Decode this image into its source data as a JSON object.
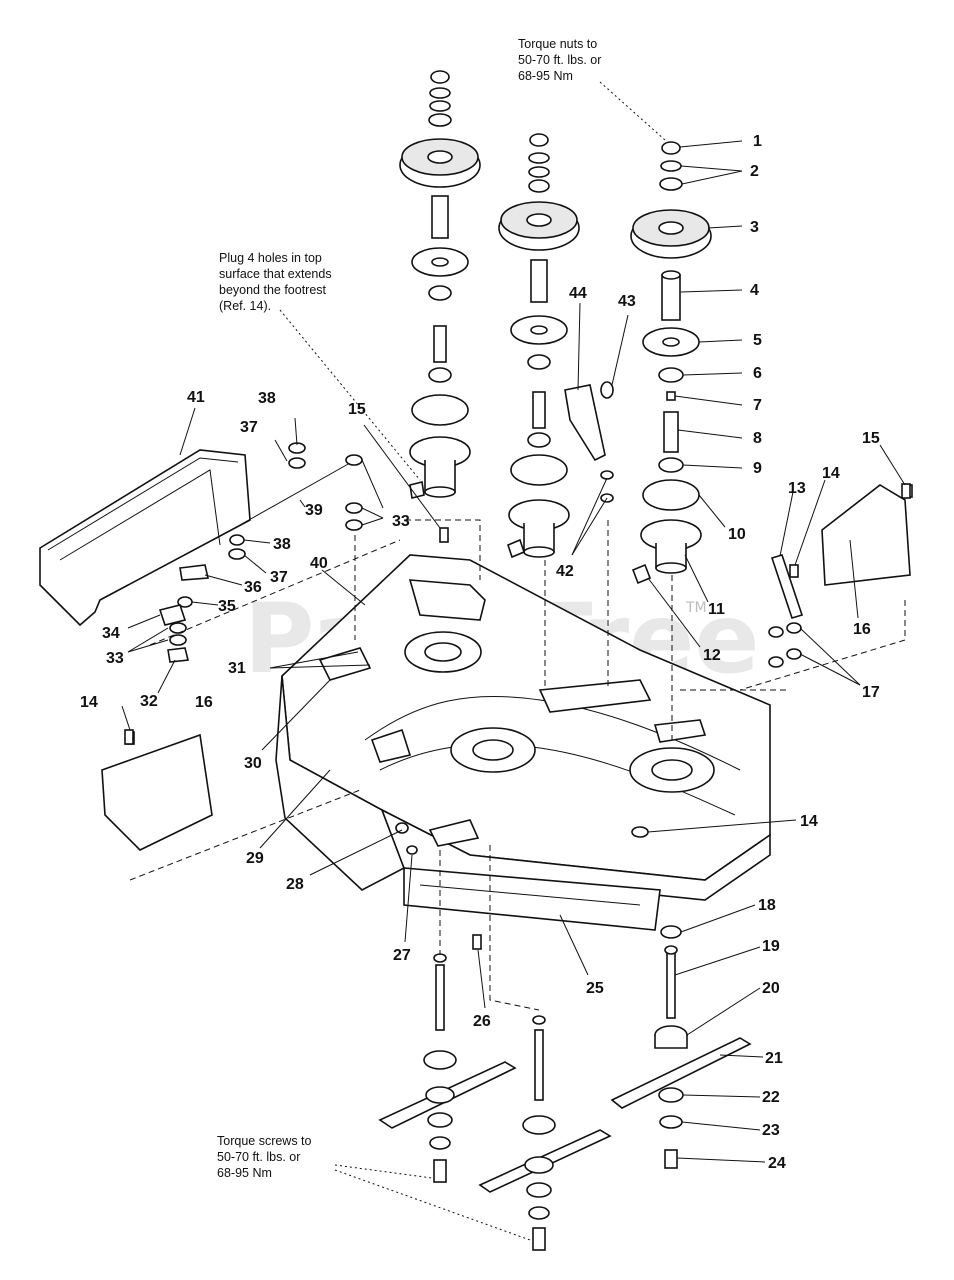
{
  "notes": {
    "torque_nuts": "Torque nuts to\n50-70 ft. lbs. or\n68-95 Nm",
    "plug_holes": "Plug 4 holes in top\nsurface that extends\nbeyond the footrest\n(Ref. 14).",
    "torque_screws": "Torque screws to\n50-70 ft. lbs. or\n68-95 Nm"
  },
  "watermark": {
    "text": "PartsTree",
    "mark": "TM"
  },
  "callouts": [
    "1",
    "2",
    "3",
    "4",
    "5",
    "6",
    "7",
    "8",
    "9",
    "10",
    "11",
    "12",
    "13",
    "14",
    "14",
    "14",
    "15",
    "15",
    "16",
    "16",
    "17",
    "18",
    "19",
    "20",
    "21",
    "22",
    "23",
    "24",
    "25",
    "26",
    "27",
    "28",
    "29",
    "30",
    "31",
    "32",
    "33",
    "33",
    "34",
    "35",
    "36",
    "37",
    "37",
    "38",
    "38",
    "39",
    "40",
    "41",
    "42",
    "43",
    "44"
  ],
  "icons": [
    "pulley-icon",
    "bearing-icon",
    "spindle-housing-icon",
    "blade-icon",
    "nut-icon",
    "washer-icon",
    "bolt-icon",
    "belt-guard-icon",
    "deck-shell-icon"
  ]
}
